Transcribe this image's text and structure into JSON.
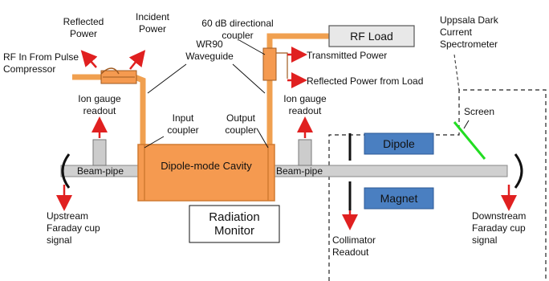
{
  "labels": {
    "reflected_power": "Reflected\nPower",
    "incident_power": "Incident\nPower",
    "coupler": "60 dB directional\ncoupler",
    "rf_load": "RF Load",
    "spectrometer": "Uppsala Dark\nCurrent\nSpectrometer",
    "rf_in": "RF In From Pulse\nCompressor",
    "transmitted_power": "Transmitted Power",
    "reflected_from_load": "Reflected Power from Load",
    "waveguide": "WR90\nWaveguide",
    "ion_gauge_left": "Ion gauge\nreadout",
    "ion_gauge_right": "Ion gauge\nreadout",
    "input_coupler": "Input\ncoupler",
    "output_coupler": "Output\ncoupler",
    "screen": "Screen",
    "dipole": "Dipole",
    "magnet": "Magnet",
    "beam_pipe_left": "Beam-pipe",
    "beam_pipe_right": "Beam-pipe",
    "cavity": "Dipole-mode Cavity",
    "upstream": "Upstream\nFaraday cup\nsignal",
    "radiation_monitor": "Radiation\nMonitor",
    "collimator": "Collimator\nReadout",
    "downstream": "Downstream\nFaraday cup\nsignal"
  },
  "colors": {
    "waveguide": "#f0a050",
    "cavity": "#f59a50",
    "cavity_border": "#d07a30",
    "arrow": "#e02020",
    "box_blue": "#4a7fc1",
    "screen": "#22dd22",
    "pipe": "#d0d0d0",
    "gauge": "#cccccc"
  }
}
